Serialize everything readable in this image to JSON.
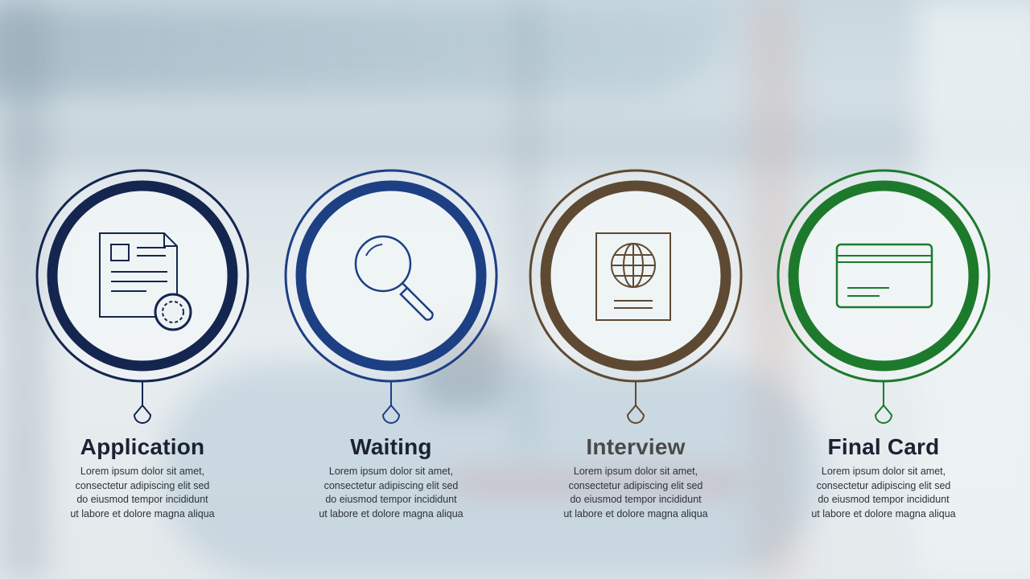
{
  "steps": [
    {
      "title": "Application",
      "description": [
        "Lorem ipsum dolor sit amet,",
        "consectetur adipiscing elit sed",
        "do eiusmod tempor incididunt",
        "ut labore et dolore magna aliqua"
      ],
      "icon": "application-form-icon",
      "color": "#14264f",
      "title_color": "#1b2233"
    },
    {
      "title": "Waiting",
      "description": [
        "Lorem ipsum dolor sit amet,",
        "consectetur adipiscing elit sed",
        "do eiusmod tempor incididunt",
        "ut labore et dolore magna aliqua"
      ],
      "icon": "magnifier-icon",
      "color": "#1d3f84",
      "title_color": "#1b2233"
    },
    {
      "title": "Interview",
      "description": [
        "Lorem ipsum dolor sit amet,",
        "consectetur adipiscing elit sed",
        "do eiusmod tempor incididunt",
        "ut labore et dolore magna aliqua"
      ],
      "icon": "passport-icon",
      "color": "#5e4a32",
      "title_color": "#4a4a4a"
    },
    {
      "title": "Final Card",
      "description": [
        "Lorem ipsum dolor sit amet,",
        "consectetur adipiscing elit sed",
        "do eiusmod tempor incididunt",
        "ut labore et dolore magna aliqua"
      ],
      "icon": "card-icon",
      "color": "#1d7a2c",
      "title_color": "#1b2233"
    }
  ]
}
